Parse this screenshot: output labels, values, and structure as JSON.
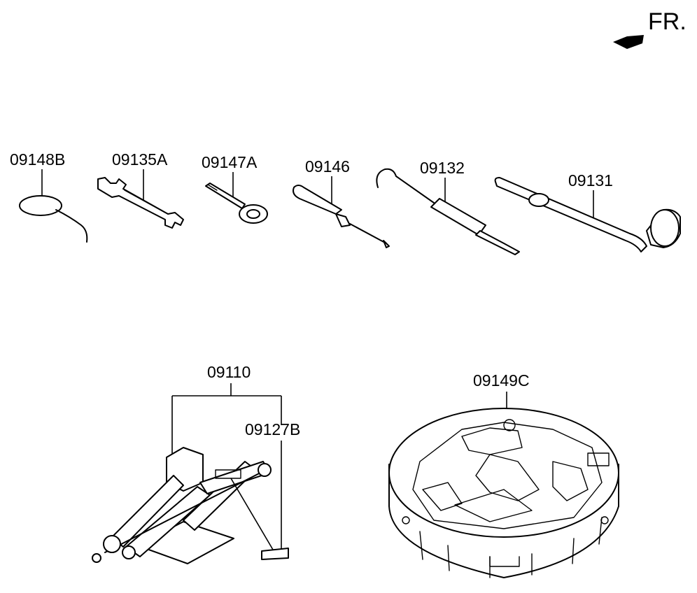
{
  "orientation": {
    "label": "FR.",
    "icon": "front-direction-arrow-icon"
  },
  "parts": [
    {
      "id": "ring",
      "number": "09148B"
    },
    {
      "id": "spanner",
      "number": "09135A"
    },
    {
      "id": "eye-bolt",
      "number": "09147A"
    },
    {
      "id": "screwdriver",
      "number": "09146"
    },
    {
      "id": "hook-tool",
      "number": "09132"
    },
    {
      "id": "wheel-wrench",
      "number": "09131"
    },
    {
      "id": "jack-assembly",
      "number": "09110"
    },
    {
      "id": "jack-label",
      "number": "09127B"
    },
    {
      "id": "tool-tray",
      "number": "09149C"
    }
  ]
}
